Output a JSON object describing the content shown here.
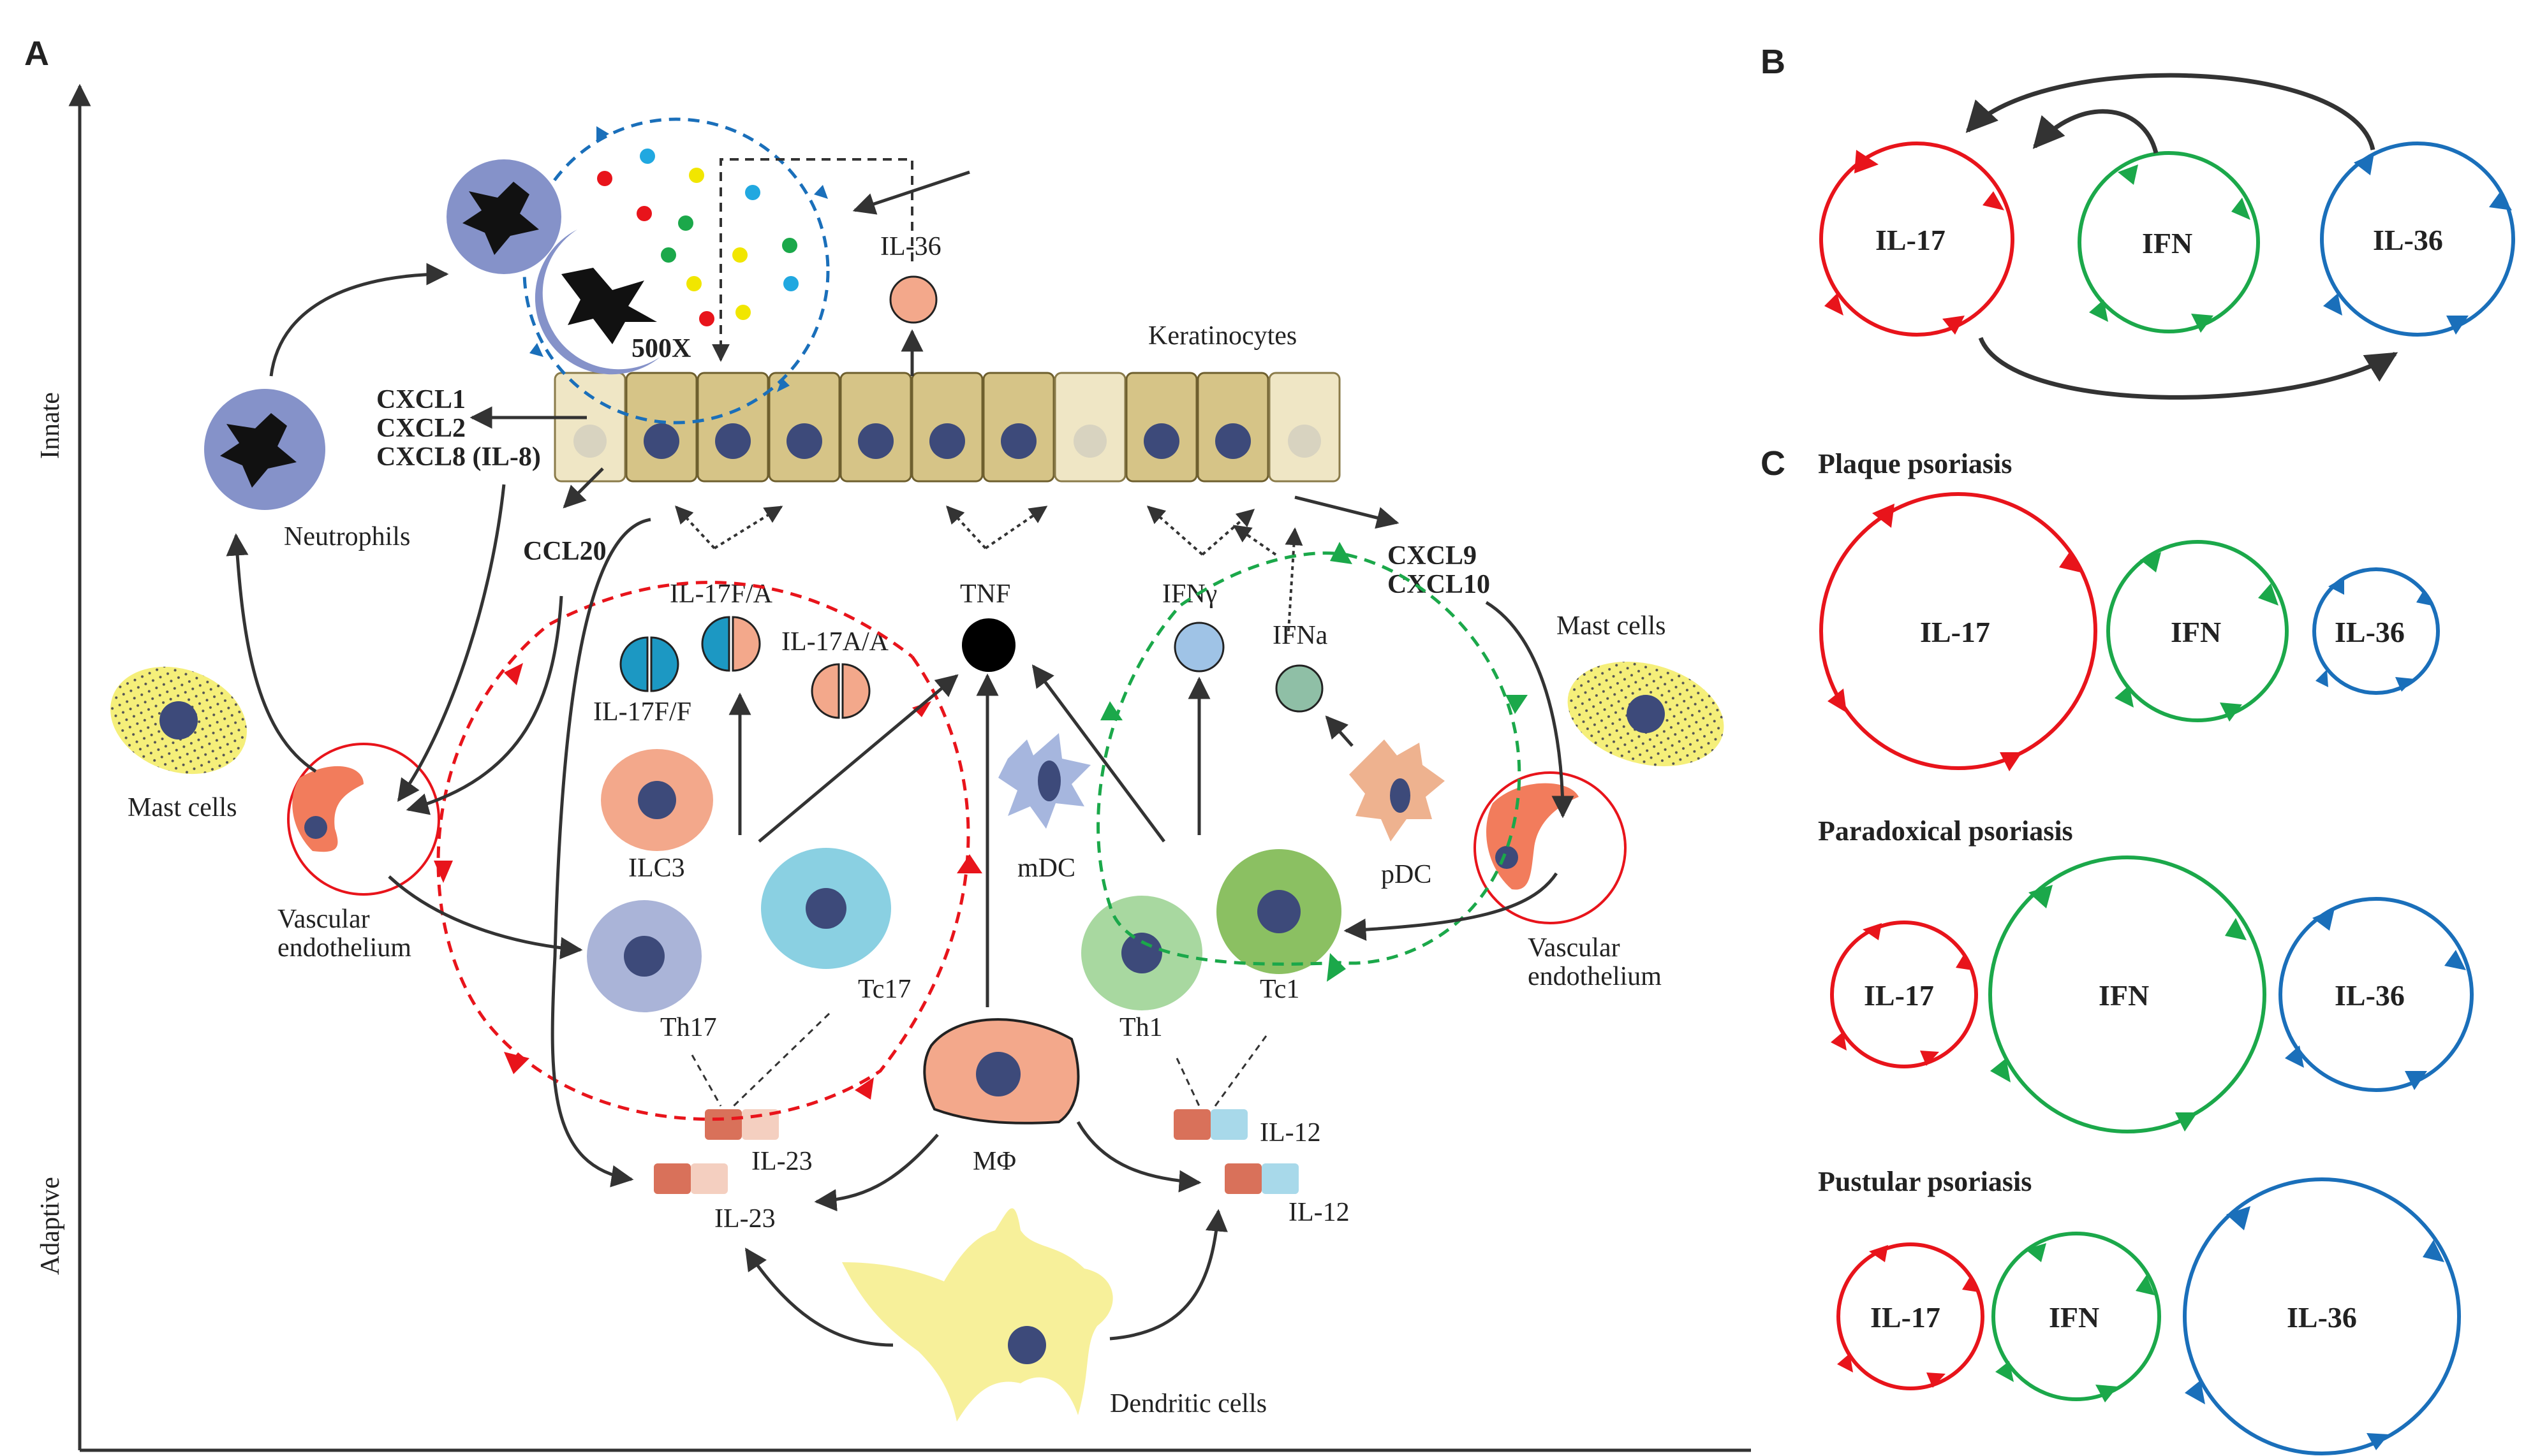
{
  "panels": {
    "a": "A",
    "b": "B",
    "c": "C"
  },
  "axis": {
    "top": "Innate",
    "bottom": "Adaptive"
  },
  "labels": {
    "keratinocytes": "Keratinocytes",
    "il36": "IL-36",
    "magnification": "500X",
    "cxcl1": "CXCL1",
    "cxcl2": "CXCL2",
    "cxcl8": "CXCL8 (IL-8)",
    "neutrophils": "Neutrophils",
    "ccl20": "CCL20",
    "il17fa": "IL-17F/A",
    "il17aa": "IL-17A/A",
    "il17ff": "IL-17F/F",
    "tnf": "TNF",
    "ifng": "IFNγ",
    "ifna": "IFNa",
    "cxcl9": "CXCL9",
    "cxcl10": "CXCL10",
    "mast_left": "Mast cells",
    "mast_right": "Mast cells",
    "vasc_left_1": "Vascular",
    "vasc_left_2": "endothelium",
    "vasc_right_1": "Vascular",
    "vasc_right_2": "endothelium",
    "ilc3": "ILC3",
    "tc17": "Tc17",
    "th17": "Th17",
    "mdc": "mDC",
    "pdc": "pDC",
    "th1": "Th1",
    "tc1": "Tc1",
    "il23_a": "IL-23",
    "il23_b": "IL-23",
    "il12_a": "IL-12",
    "il12_b": "IL-12",
    "macrophage": "MΦ",
    "dendritic": "Dendritic cells"
  },
  "panel_b": {
    "il17": "IL-17",
    "ifn": "IFN",
    "il36": "IL-36"
  },
  "panel_c": {
    "plaque": {
      "title": "Plaque psoriasis",
      "il17": "IL-17",
      "ifn": "IFN",
      "il36": "IL-36"
    },
    "paradoxical": {
      "title": "Paradoxical psoriasis",
      "il17": "IL-17",
      "ifn": "IFN",
      "il36": "IL-36"
    },
    "pustular": {
      "title": "Pustular psoriasis",
      "il17": "IL-17",
      "ifn": "IFN",
      "il36": "IL-36"
    }
  },
  "colors": {
    "il17": "#e8141b",
    "ifn": "#1ba84a",
    "il36": "#1a6fba",
    "keratinocyte_active": "#d6c487",
    "keratinocyte_pale": "#efe6c5",
    "nucleus": "#3d4a7a",
    "neutrophil": "#8592c9",
    "salmon": "#f3a88b",
    "mast": "#f5ef7a",
    "dendritic": "#f7f09a",
    "arrow": "#333333"
  }
}
